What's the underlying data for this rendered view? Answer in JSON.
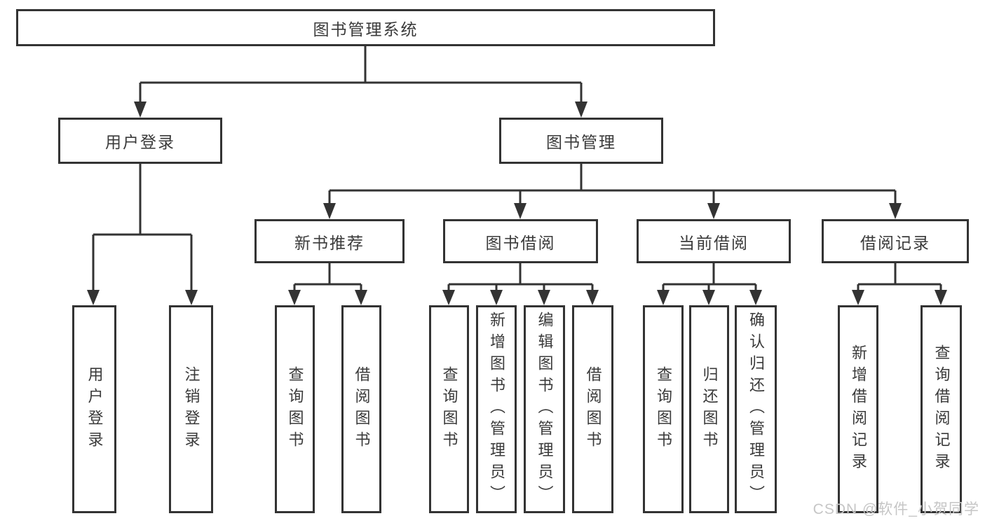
{
  "diagram": {
    "title": "图书管理系统",
    "level2": {
      "user_login": "用户登录",
      "book_mgmt": "图书管理"
    },
    "level3": {
      "new_book_recommend": "新书推荐",
      "book_borrow": "图书借阅",
      "current_borrow": "当前借阅",
      "borrow_records": "借阅记录"
    },
    "leaves": {
      "user_login_leaf": "用户登录",
      "logout_leaf": "注销登录",
      "nb_query_books": "查询图书",
      "nb_borrow_books": "借阅图书",
      "bb_query_books": "查询图书",
      "bb_add_books_admin": "新增图书（管理员）",
      "bb_edit_books_admin": "编辑图书（管理员）",
      "bb_borrow_books": "借阅图书",
      "cb_query_books": "查询图书",
      "cb_return_books": "归还图书",
      "cb_confirm_return_admin": "确认归还（管理员）",
      "br_add_borrow_record": "新增借阅记录",
      "br_query_borrow_record": "查询借阅记录"
    },
    "watermark": "CSDN @软件_小贺同学",
    "colors": {
      "line": "#333333",
      "text": "#3a3a3a",
      "background": "#ffffff",
      "watermark": "#c6c6c6"
    }
  }
}
